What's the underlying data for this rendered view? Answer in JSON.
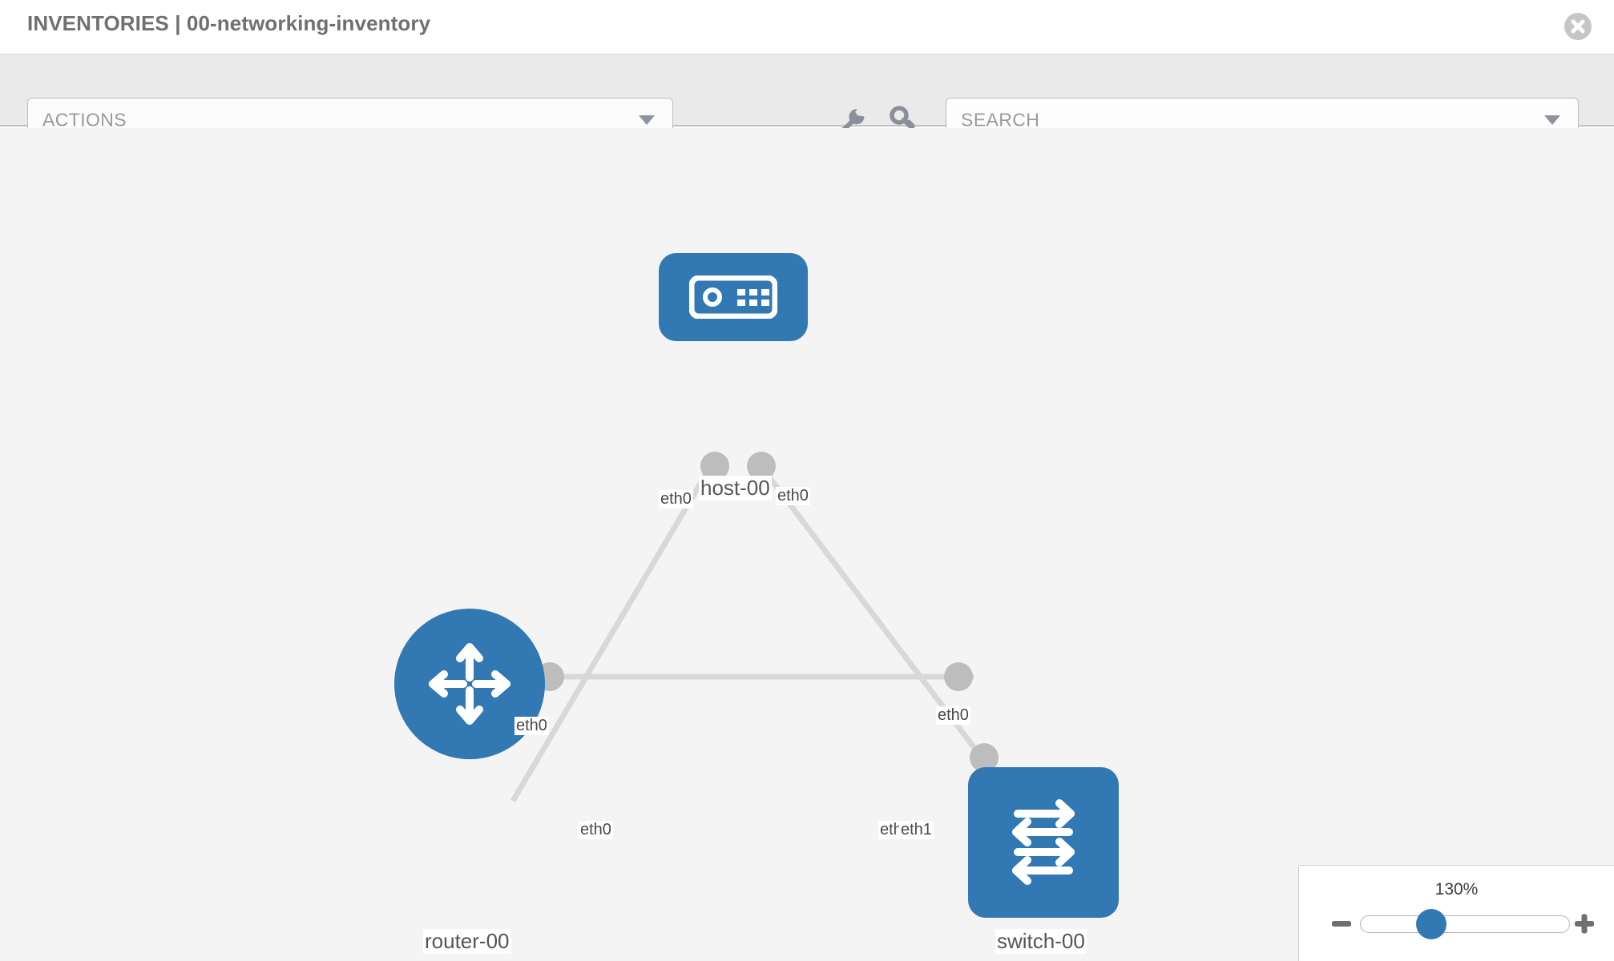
{
  "header": {
    "title": "INVENTORIES | 00-networking-inventory",
    "close_icon": "close-circle-icon"
  },
  "toolbar": {
    "actions_label": "ACTIONS",
    "actions_caret_icon": "chevron-down-icon",
    "wrench_icon": "wrench-icon",
    "key_icon": "key-icon",
    "search_placeholder": "SEARCH",
    "search_value": "",
    "search_caret_icon": "chevron-down-icon"
  },
  "topology": {
    "nodes": [
      {
        "id": "host-00",
        "label": "host-00",
        "type": "host",
        "icon": "server-icon",
        "shape": "square",
        "color": "#3279b3"
      },
      {
        "id": "router-00",
        "label": "router-00",
        "type": "router",
        "icon": "router-arrows-icon",
        "shape": "circle",
        "color": "#3279b3"
      },
      {
        "id": "switch-00",
        "label": "switch-00",
        "type": "switch",
        "icon": "switch-arrows-icon",
        "shape": "square",
        "color": "#3279b3"
      }
    ],
    "links": [
      {
        "from": "host-00",
        "to": "router-00",
        "from_iface": "eth0",
        "to_iface": "eth0"
      },
      {
        "from": "host-00",
        "to": "switch-00",
        "from_iface": "eth0",
        "to_iface": "eth0"
      },
      {
        "from": "router-00",
        "to": "switch-00",
        "from_iface": "eth0",
        "to_iface": "eth1"
      }
    ],
    "interface_labels": {
      "host_left": "eth0",
      "host_right": "eth0",
      "router_up": "eth0",
      "router_right": "eth0",
      "switch_up": "eth0",
      "switch_left_overlap": "eth",
      "switch_left": "eth1"
    },
    "link_color": "#d8d8d8",
    "connector_color": "#bdbdbd"
  },
  "zoom_control": {
    "percent": "130%",
    "minus_icon": "minus-icon",
    "plus_icon": "plus-icon",
    "slider_value": 130,
    "slider_min": 10,
    "slider_max": 200
  }
}
